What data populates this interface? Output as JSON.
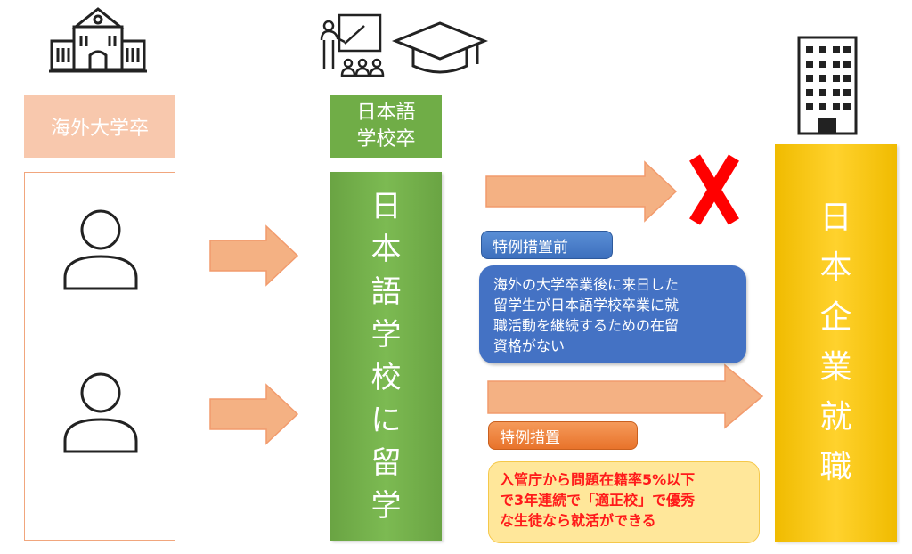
{
  "overseas_label": "海外大学卒",
  "lang_school_label_lines": [
    "日本語",
    "学校卒"
  ],
  "lang_school_bar_chars": [
    "日",
    "本",
    "語",
    "学",
    "校",
    "に",
    "留",
    "学"
  ],
  "company_bar_chars": [
    "日",
    "本",
    "企",
    "業",
    "就",
    "職"
  ],
  "before_measure": {
    "tag": "特例措置前",
    "description_lines": [
      "海外の大学卒業後に来日した",
      "留学生が日本語学校卒業に就",
      "職活動を継続するための在留",
      "資格がない"
    ]
  },
  "special_measure": {
    "tag": "特例措置",
    "description_lines": [
      "入管庁から問題在籍率5%以下",
      "で3年連続で「適正校」で優秀",
      "な生徒なら就活ができる"
    ]
  },
  "icons": [
    "university-building-icon",
    "classroom-teacher-icon",
    "graduation-cap-icon",
    "office-building-icon",
    "person-icon",
    "cross-mark-icon",
    "arrow-icon"
  ],
  "colors": {
    "orange_light": "#f8c8ad",
    "green": "#70ad47",
    "gold": "#ffc000",
    "blue": "#4472c4",
    "orange": "#ed7d31",
    "red_x": "#ff0000",
    "arrow_fill": "#f4b183"
  }
}
